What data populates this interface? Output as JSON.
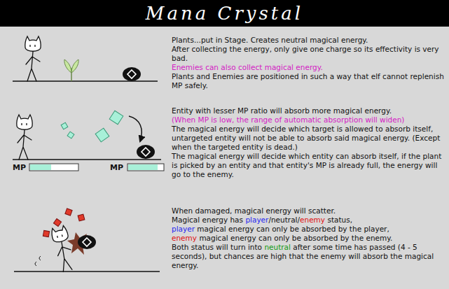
{
  "diagram": {
    "title": "Mana Crystal",
    "labels": [
      "Plants...put in Stage. Creates neutral magical energy.",
      "After collecting the energy, only give one charge so its effectivity is very bad.",
      "Enemies can also collect magical energy.",
      "Plants and Enemies are positioned in such a way that elf cannot replenish MP safely.",
      "Entity with lesser MP ratio will absorb more magical energy.",
      "(When MP is low, the range of automatic absorption will widen)",
      "The magical energy will decide which target is allowed to absorb itself, untargeted entity will not be able to absorb said magical energy. (Except when the targeted entity is dead.)",
      "The magical energy will decide which entity can absorb itself, if the plant is picked by an entity and that entity's MP is already full, the energy will go to the enemy.",
      "MP",
      "MP",
      "When damaged, magical energy will scatter.",
      "Magical energy has",
      "player",
      "/",
      "neutral",
      "/",
      "enemy",
      "status,",
      "player",
      "magical energy can only be absorbed by the player,",
      "enemy",
      "magical energy can only be absorbed by the enemy.",
      "Both status will turn into",
      "neutral",
      "after some time has passed (4 - 5 seconds), but chances are high that the enemy will absorb the magical energy."
    ]
  }
}
